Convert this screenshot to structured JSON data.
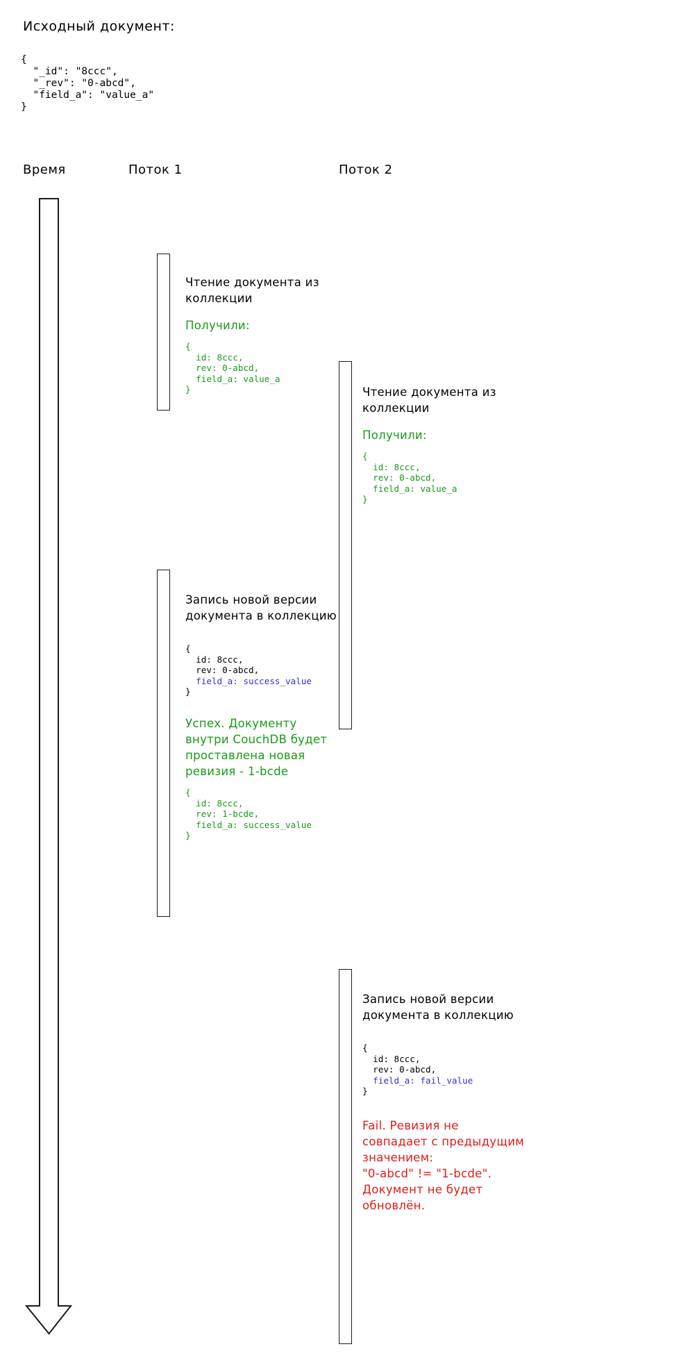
{
  "intro": {
    "title": "Исходный документ:",
    "code": "{\n  \"_id\": \"8ccc\",\n  \"_rev\": \"0-abcd\",\n  \"field_a\": \"value_a\"\n}"
  },
  "colors": {
    "text": "#000000",
    "success": "#1a9a1a",
    "fail": "#e01b1b",
    "changed_field": "#3333cc",
    "lifeline_border": "#1a1a1a",
    "background": "#ffffff"
  },
  "headers": {
    "time": "Время",
    "thread1": "Поток 1",
    "thread2": "Поток 2"
  },
  "time_axis": {
    "label": "Время",
    "direction": "down"
  },
  "thread1": {
    "steps": [
      {
        "title": "Чтение документа из\nколлекции",
        "result_label": "Получили:",
        "result_label_color": "success",
        "code": "{\n  id: 8ccc,\n  rev: 0-abcd,\n  field_a: value_a\n}",
        "code_color": "success"
      },
      {
        "title": "Запись новой версии\nдокумента в коллекцию",
        "code_head": "{\n  id: 8ccc,\n  rev: 0-abcd,",
        "code_changed": "  field_a: success_value",
        "code_tail": "}",
        "outcome": "Успех. Документу\nвнутри CouchDB будет\nпроставлена новая\nревизия - 1-bcde",
        "outcome_color": "success",
        "outcome_code": "{\n  id: 8ccc,\n  rev: 1-bcde,\n  field_a: success_value\n}",
        "outcome_code_color": "success"
      }
    ]
  },
  "thread2": {
    "steps": [
      {
        "title": "Чтение документа из\nколлекции",
        "result_label": "Получили:",
        "result_label_color": "success",
        "code": "{\n  id: 8ccc,\n  rev: 0-abcd,\n  field_a: value_a\n}",
        "code_color": "success"
      },
      {
        "title": "Запись новой версии\nдокумента в коллекцию",
        "code_head": "{\n  id: 8ccc,\n  rev: 0-abcd,",
        "code_changed": "  field_a: fail_value",
        "code_tail": "}",
        "outcome": "Fail. Ревизия не\nсовпадает с предыдущим\nзначением:\n\"0-abcd\" != \"1-bcde\".\nДокумент не будет\nобновлён.",
        "outcome_color": "fail"
      }
    ]
  }
}
